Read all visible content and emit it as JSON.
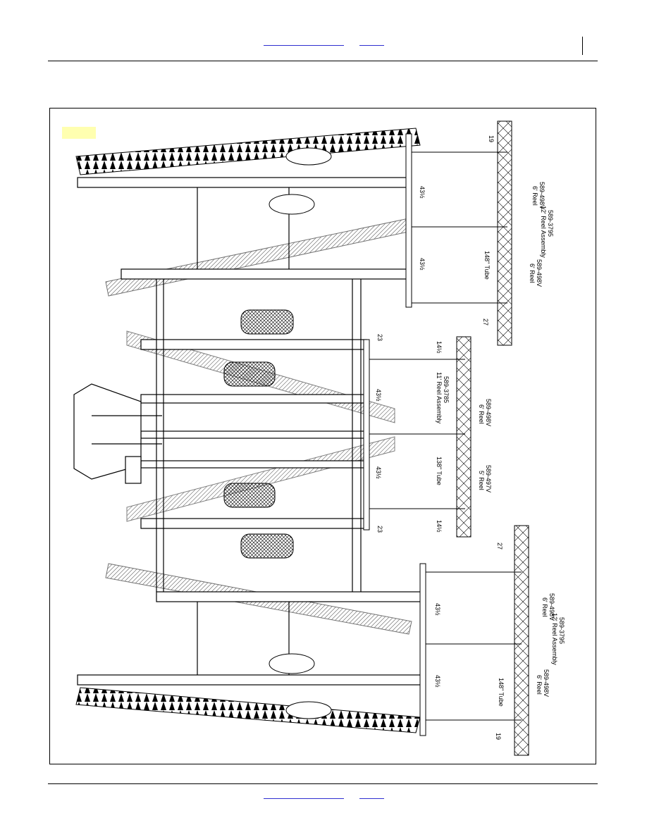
{
  "header": {
    "link_a": "",
    "link_b": ""
  },
  "footer": {
    "link_a": "",
    "link_b": ""
  },
  "drawing": {
    "dims": {
      "d19_top": "19",
      "d43_1": "43½",
      "d43_2": "43½",
      "d27_top": "27",
      "d23_top": "23",
      "d14_top": "14½",
      "d43_3": "43½",
      "d43_4": "43½",
      "d14_bot": "14½",
      "d23_bot": "23",
      "d27_bot": "27",
      "d43_5": "43½",
      "d43_6": "43½",
      "d19_bot": "19"
    },
    "labels": {
      "tube148_top": "148\" Tube",
      "reel6_top_a": "6' Reel",
      "reel6_top_a_pn": "589-498V",
      "reel6_top_b": "6' Reel",
      "reel6_top_b_pn": "589-498V",
      "reelasm12_top": "12' Reel Assembly",
      "reelasm12_top_pn": "589-3795",
      "reelasm11": "11' Reel Assembly",
      "reelasm11_pn": "589-3785",
      "reel6_mid": "6' Reel",
      "reel6_mid_pn": "589-498V",
      "reel5_mid": "5' Reel",
      "reel5_mid_pn": "589-497V",
      "tube138": "138\" Tube",
      "reel6_bot_a": "6' Reel",
      "reel6_bot_a_pn": "589-498V",
      "reelasm12_bot": "12' Reel Assembly",
      "reelasm12_bot_pn": "589-3795",
      "reel6_bot_b": "6' Reel",
      "reel6_bot_b_pn": "589-498V",
      "tube148_bot": "148\" Tube"
    }
  }
}
